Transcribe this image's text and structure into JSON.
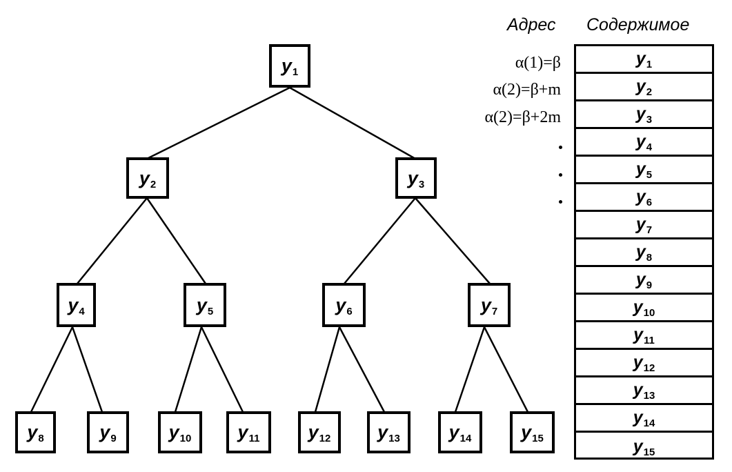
{
  "headers": {
    "address": "Адрес",
    "contents": "Содержимое"
  },
  "tree": {
    "nodes": [
      {
        "var": "y",
        "sub": "1"
      },
      {
        "var": "y",
        "sub": "2"
      },
      {
        "var": "y",
        "sub": "3"
      },
      {
        "var": "y",
        "sub": "4"
      },
      {
        "var": "y",
        "sub": "5"
      },
      {
        "var": "y",
        "sub": "6"
      },
      {
        "var": "y",
        "sub": "7"
      },
      {
        "var": "y",
        "sub": "8"
      },
      {
        "var": "y",
        "sub": "9"
      },
      {
        "var": "y",
        "sub": "10"
      },
      {
        "var": "y",
        "sub": "11"
      },
      {
        "var": "y",
        "sub": "12"
      },
      {
        "var": "y",
        "sub": "13"
      },
      {
        "var": "y",
        "sub": "14"
      },
      {
        "var": "y",
        "sub": "15"
      }
    ]
  },
  "addresses": [
    "α(1)=β",
    "α(2)=β+m",
    "α(2)=β+2m"
  ],
  "address_ellipsis": ".",
  "memory": [
    {
      "var": "y",
      "sub": "1"
    },
    {
      "var": "y",
      "sub": "2"
    },
    {
      "var": "y",
      "sub": "3"
    },
    {
      "var": "y",
      "sub": "4"
    },
    {
      "var": "y",
      "sub": "5"
    },
    {
      "var": "y",
      "sub": "6"
    },
    {
      "var": "y",
      "sub": "7"
    },
    {
      "var": "y",
      "sub": "8"
    },
    {
      "var": "y",
      "sub": "9"
    },
    {
      "var": "y",
      "sub": "10"
    },
    {
      "var": "y",
      "sub": "11"
    },
    {
      "var": "y",
      "sub": "12"
    },
    {
      "var": "y",
      "sub": "13"
    },
    {
      "var": "y",
      "sub": "14"
    },
    {
      "var": "y",
      "sub": "15"
    }
  ]
}
